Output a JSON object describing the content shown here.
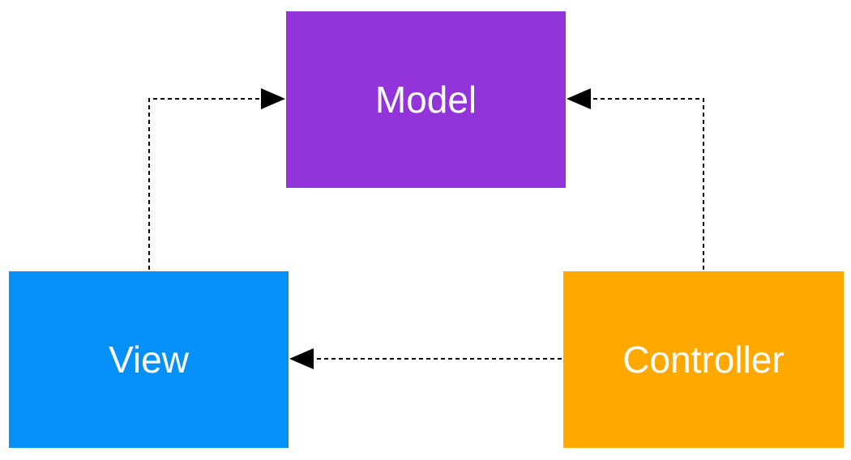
{
  "nodes": {
    "model": {
      "label": "Model",
      "color": "#9334DA"
    },
    "view": {
      "label": "View",
      "color": "#0590F8"
    },
    "controller": {
      "label": "Controller",
      "color": "#FEA800"
    }
  },
  "edges": [
    {
      "from": "view",
      "to": "model",
      "style": "dashed",
      "arrowhead": "filled-triangle"
    },
    {
      "from": "controller",
      "to": "model",
      "style": "dashed",
      "arrowhead": "filled-triangle"
    },
    {
      "from": "controller",
      "to": "view",
      "style": "dashed",
      "arrowhead": "filled-triangle"
    }
  ],
  "edge_color": "#000000"
}
